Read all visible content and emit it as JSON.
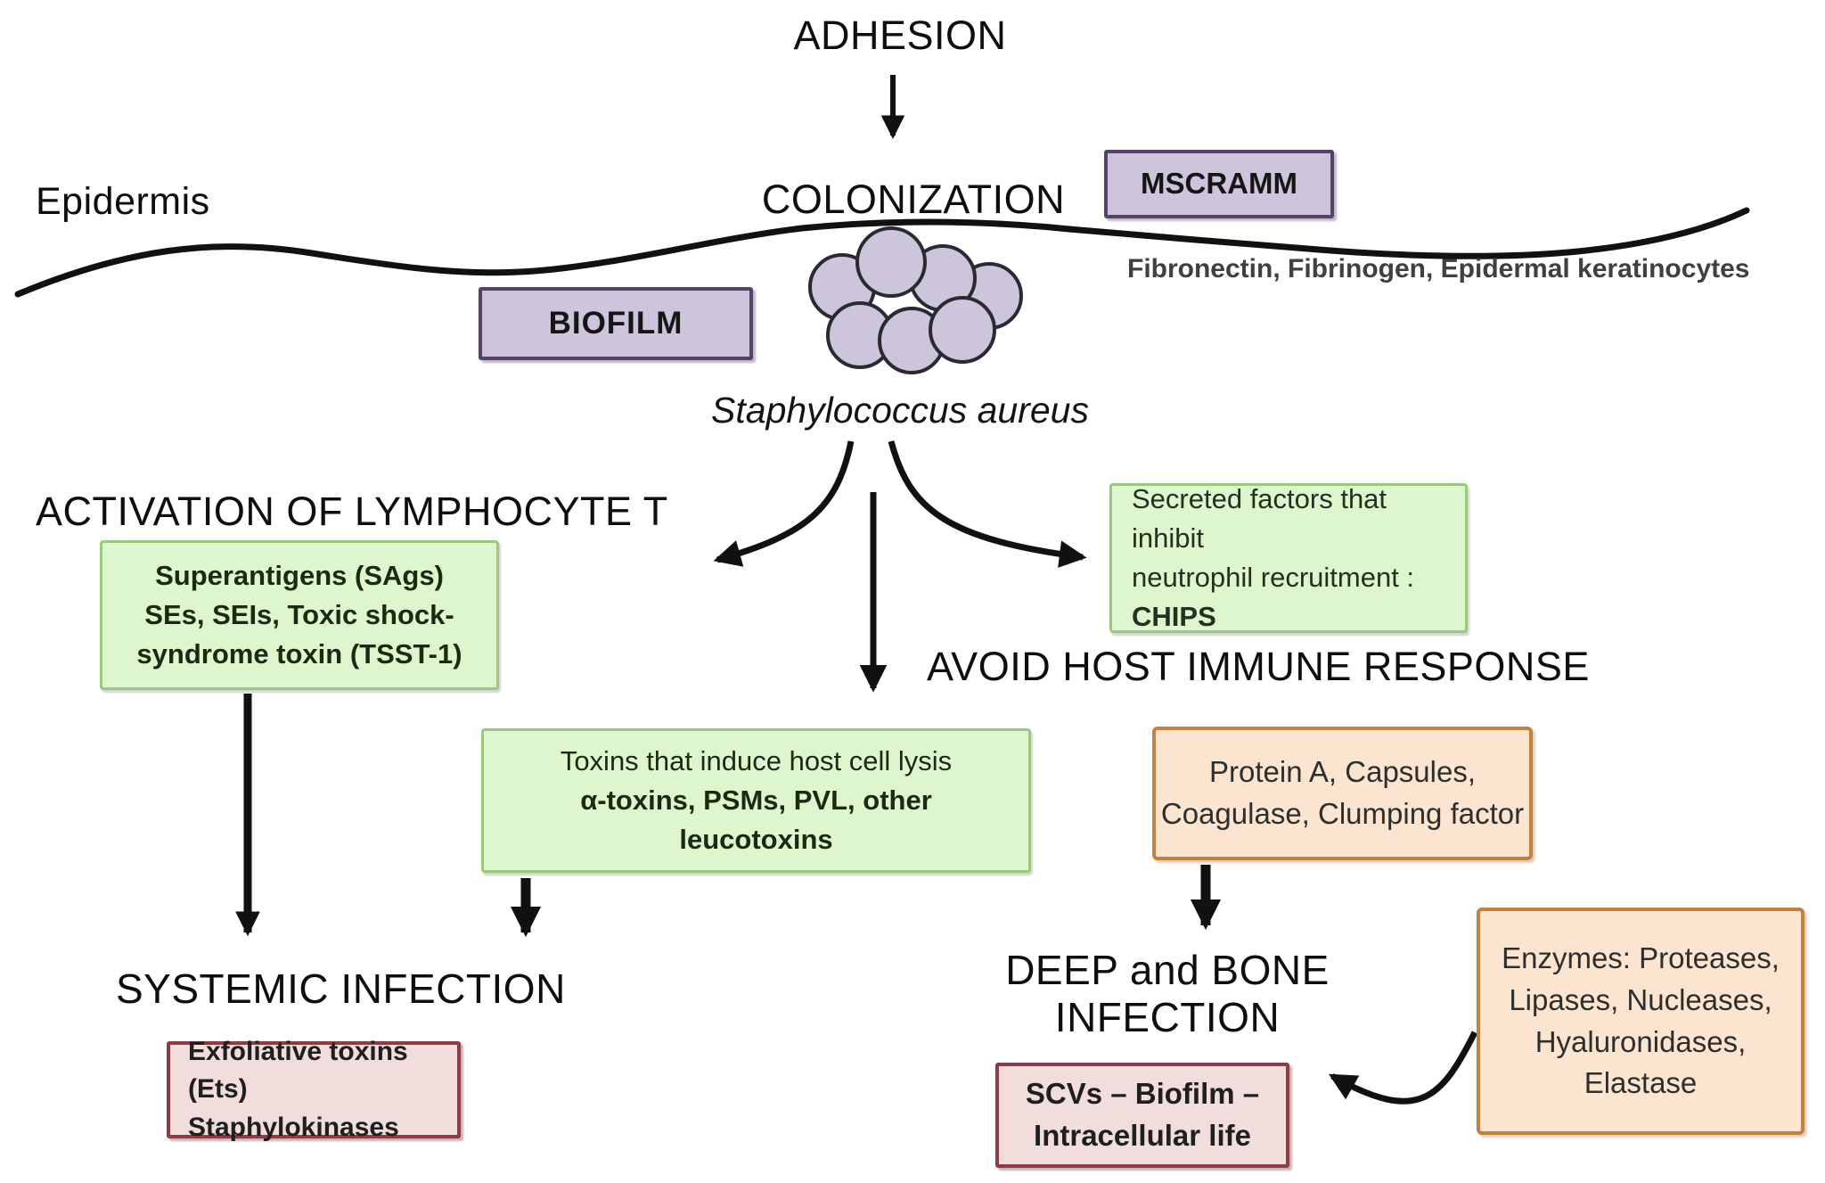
{
  "diagram_title": "Staphylococcus aureus virulence and infection diagram",
  "colors": {
    "background": "#ffffff",
    "line": "#111111",
    "purple_fill": "#cdc5dc",
    "purple_border": "#54426b",
    "green_fill": "#ddf6cd",
    "green_border": "#9cc87e",
    "orange_fill": "#fbe5d0",
    "orange_border": "#c1813f",
    "pink_fill": "#f1dddc",
    "pink_border": "#8e3b43"
  },
  "flow": {
    "adhesion": "ADHESION",
    "colonization": "COLONIZATION"
  },
  "labels": {
    "epidermis": "Epidermis",
    "mscramm": "MSCRAMM",
    "biofilm": "BIOFILM",
    "organism": "Staphylococcus aureus",
    "ligands_line1": "Fibronectin, Fibrinogen,",
    "ligands_line2": "Epidermal keratinocytes"
  },
  "headings": {
    "activation": "ACTIVATION OF LYMPHOCYTE T",
    "avoid": "AVOID HOST IMMUNE RESPONSE",
    "systemic": "SYSTEMIC INFECTION",
    "deep_line1": "DEEP and BONE",
    "deep_line2": "INFECTION"
  },
  "boxes": {
    "superantigens": {
      "line1": "Superantigens (SAgs)",
      "line2": "SEs, SEIs, Toxic shock-",
      "line3": "syndrome toxin (TSST-1)"
    },
    "chips": {
      "line1": "Secreted factors that inhibit",
      "line2": "neutrophil recruitment :",
      "line3": "CHIPS"
    },
    "toxins": {
      "line1": "Toxins that induce host cell lysis",
      "line2": "α-toxins, PSMs, PVL, other",
      "line3": "leucotoxins"
    },
    "protein_a": {
      "line1": "Protein A, Capsules,",
      "line2": "Coagulase, Clumping factor"
    },
    "enzymes": {
      "line1": "Enzymes: Proteases,",
      "line2": "Lipases, Nucleases,",
      "line3": "Hyaluronidases,",
      "line4": "Elastase"
    },
    "exfoliative": {
      "line1": "Exfoliative toxins (Ets)",
      "line2": "Staphylokinases"
    },
    "scvs": {
      "line1": "SCVs – Biofilm –",
      "line2": "Intracellular life"
    }
  }
}
